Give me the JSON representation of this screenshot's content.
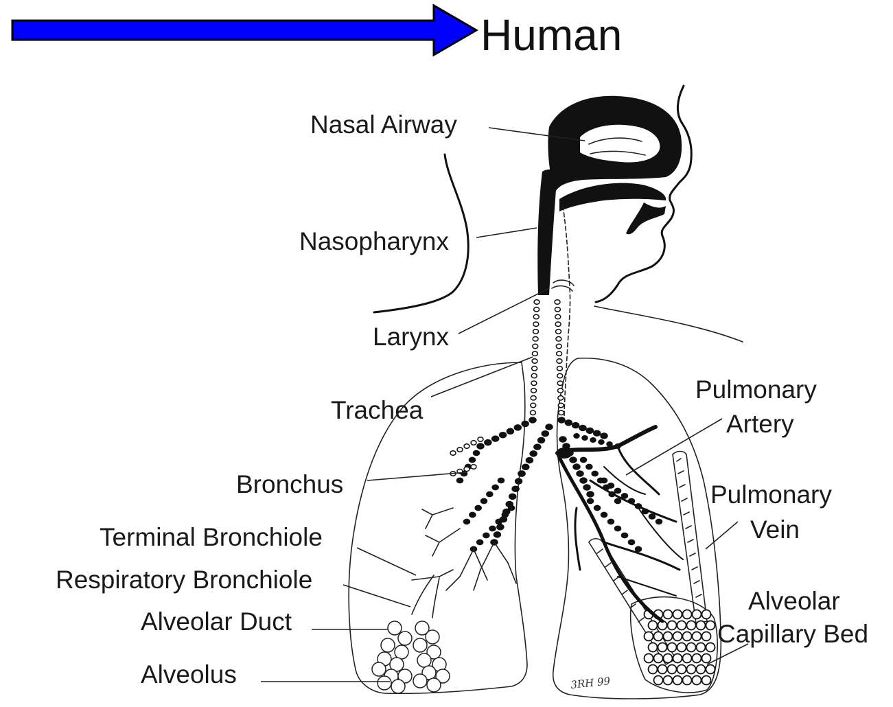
{
  "title": "Human",
  "colors": {
    "arrow_fill": "#0000ff",
    "arrow_stroke": "#000000",
    "ink": "#111111"
  },
  "labels": {
    "nasal_airway": "Nasal Airway",
    "nasopharynx": "Nasopharynx",
    "larynx": "Larynx",
    "trachea": "Trachea",
    "bronchus": "Bronchus",
    "terminal_bronchiole": "Terminal Bronchiole",
    "respiratory_bronchiole": "Respiratory Bronchiole",
    "alveolar_duct": "Alveolar Duct",
    "alveolus": "Alveolus",
    "pulmonary_artery": [
      "Pulmonary",
      "Artery"
    ],
    "pulmonary_vein": [
      "Pulmonary",
      "Vein"
    ],
    "alveolar_capillary_bed": [
      "Alveolar",
      "Capillary Bed"
    ]
  },
  "artist_mark": "3RH 99"
}
